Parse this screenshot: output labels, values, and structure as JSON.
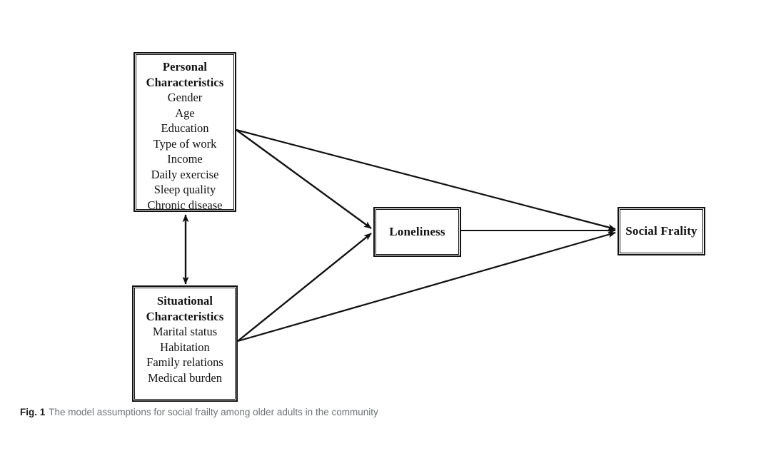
{
  "figure": {
    "caption_label": "Fig. 1",
    "caption_text": "The model assumptions for social frailty among older adults in the community",
    "background_color": "#ffffff",
    "stroke_color": "#111111",
    "caption_text_color": "#6e7275"
  },
  "nodes": {
    "personal": {
      "title": "Personal\nCharacteristics",
      "items": [
        "Gender",
        "Age",
        "Education",
        "Type of work",
        "Income",
        "Daily exercise",
        "Sleep quality",
        "Chronic disease"
      ]
    },
    "situational": {
      "title": "Situational\nCharacteristics",
      "items": [
        "Marital status",
        "Habitation",
        "Family relations",
        "Medical burden"
      ]
    },
    "loneliness": {
      "label": "Loneliness"
    },
    "social_frailty": {
      "label": "Social Frality"
    }
  },
  "edges": [
    {
      "name": "personal-to-social-frailty",
      "from": "personal",
      "to": "social_frailty",
      "style": "single-arrow"
    },
    {
      "name": "personal-to-loneliness",
      "from": "personal",
      "to": "loneliness",
      "style": "single-arrow"
    },
    {
      "name": "situational-to-loneliness",
      "from": "situational",
      "to": "loneliness",
      "style": "single-arrow"
    },
    {
      "name": "situational-to-social-frailty",
      "from": "situational",
      "to": "social_frailty",
      "style": "single-arrow"
    },
    {
      "name": "loneliness-to-social-frailty",
      "from": "loneliness",
      "to": "social_frailty",
      "style": "single-arrow"
    },
    {
      "name": "personal-situational-association",
      "from": "personal",
      "to": "situational",
      "style": "double-arrow"
    }
  ]
}
